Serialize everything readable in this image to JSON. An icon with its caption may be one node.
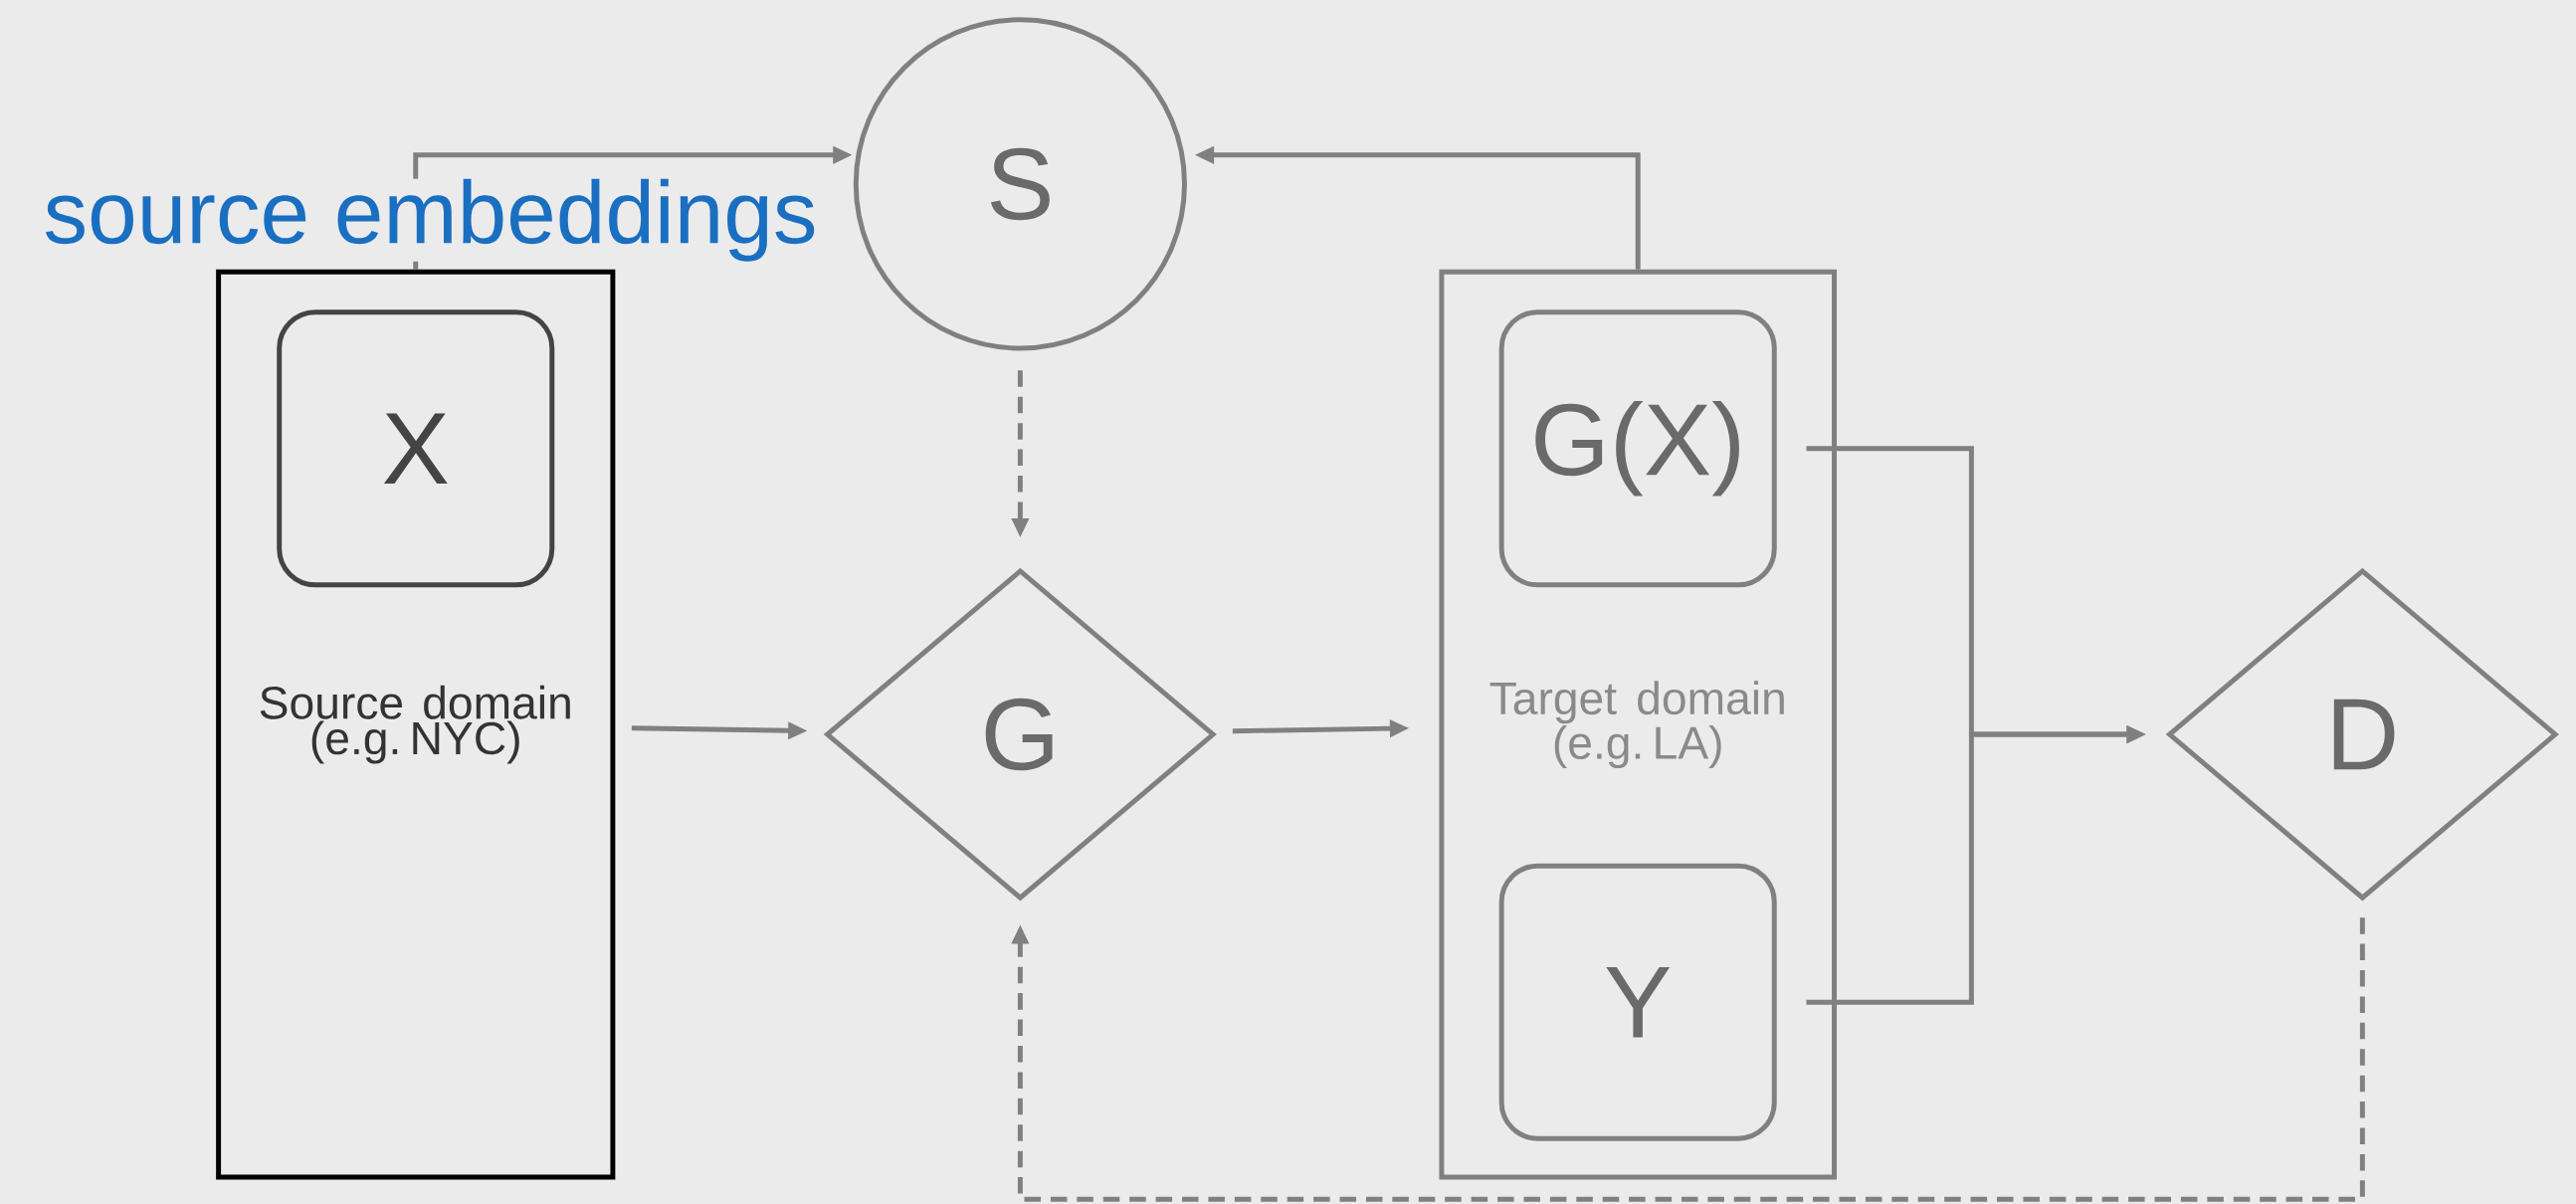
{
  "diagram": {
    "nodes": [
      {
        "text": [
          "Source domain (e.g. NYC)"
        ]
      },
      {
        "text": [
          "X"
        ],
        "in": 0
      },
      {
        "text": [
          "S"
        ]
      },
      {
        "text": [
          "G"
        ]
      },
      {
        "text": [
          "Target domain (e.g. LA)"
        ]
      },
      {
        "text": [
          "G(X)"
        ],
        "in": 4
      },
      {
        "text": [
          "Y"
        ],
        "in": 4
      },
      {
        "text": [
          "D"
        ]
      }
    ],
    "edges": [
      {
        "from": 0,
        "to": 2,
        "arrow": "to",
        "label": "source embeddings"
      },
      {
        "from": 4,
        "to": 2,
        "arrow": "to"
      },
      {
        "from": 2,
        "to": 3,
        "arrow": "to",
        "style": "dashed"
      },
      {
        "from": 0,
        "to": 3,
        "arrow": "to"
      },
      {
        "from": 3,
        "to": 4,
        "arrow": "to"
      },
      {
        "from": 5,
        "to": 7,
        "arrow": "to"
      },
      {
        "from": 6,
        "to": 7,
        "arrow": "to"
      },
      {
        "from": 7,
        "to": 3,
        "arrow": "to",
        "style": "dashed"
      }
    ]
  }
}
